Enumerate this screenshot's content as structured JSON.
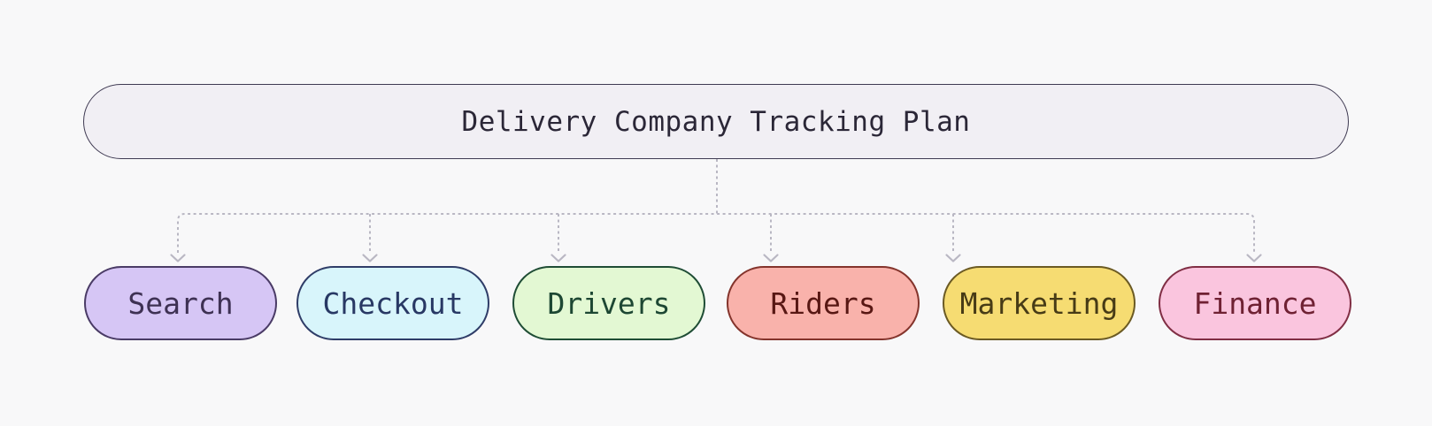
{
  "diagram": {
    "background": "#f8f8f9",
    "connector_color": "#b9b7c3",
    "root": {
      "label": "Delivery Company Tracking Plan",
      "fill": "#f1eff4",
      "border": "#3f3a52",
      "text_color": "#2b2737"
    },
    "children": [
      {
        "label": "Search",
        "fill": "#d6c6f5",
        "border": "#4a3b66",
        "text_color": "#3e3153"
      },
      {
        "label": "Checkout",
        "fill": "#d8f5fb",
        "border": "#2f3d68",
        "text_color": "#283864"
      },
      {
        "label": "Drivers",
        "fill": "#e3f8d3",
        "border": "#1f4d35",
        "text_color": "#1d4733"
      },
      {
        "label": "Riders",
        "fill": "#f9b2ab",
        "border": "#84342c",
        "text_color": "#581713"
      },
      {
        "label": "Marketing",
        "fill": "#f6dc72",
        "border": "#6b5a23",
        "text_color": "#473b16"
      },
      {
        "label": "Finance",
        "fill": "#fac5de",
        "border": "#802e44",
        "text_color": "#6f2133"
      }
    ]
  }
}
